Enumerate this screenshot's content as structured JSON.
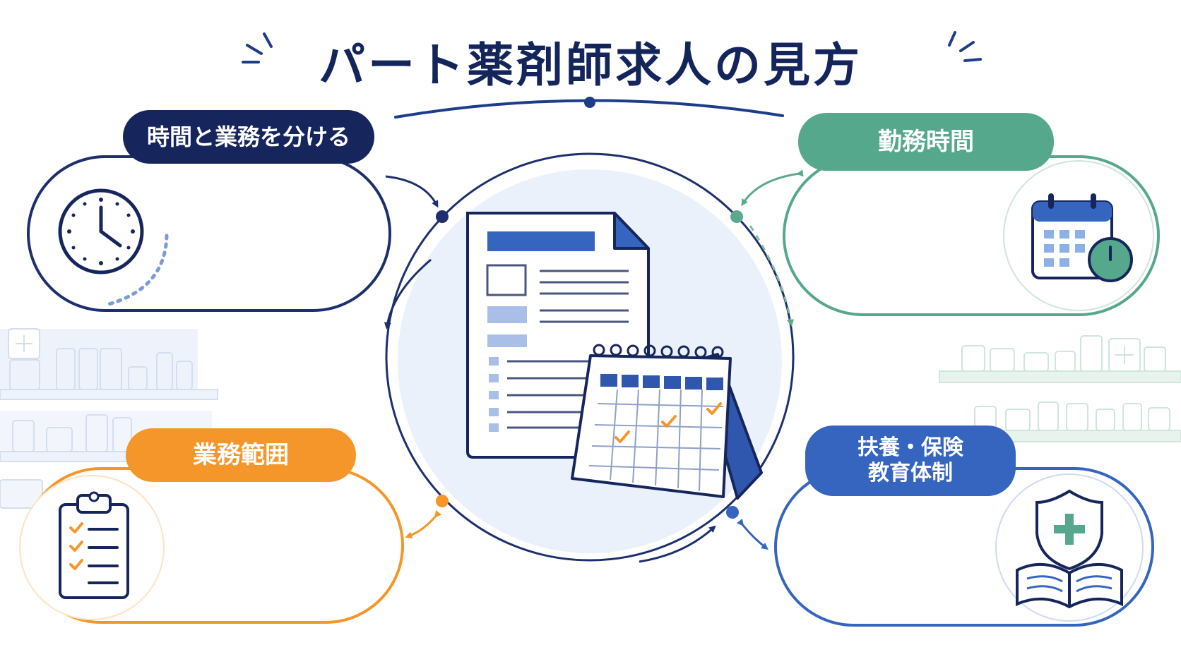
{
  "title": "パート薬剤師求人の見方",
  "cards": {
    "time_and_duties": {
      "label": "時間と業務を分ける",
      "color": "#16265d",
      "icon": "clock-icon"
    },
    "working_hours": {
      "label": "勤務時間",
      "color": "#56a88c",
      "icon": "calendar-clock-icon"
    },
    "job_scope": {
      "label": "業務範囲",
      "color": "#f4962a",
      "icon": "clipboard-checklist-icon"
    },
    "benefits_training": {
      "label_line1": "扶養・保険",
      "label_line2": "教育体制",
      "color": "#3565bf",
      "icon": "shield-book-icon"
    }
  },
  "center": {
    "icon": "document-calendar-icon"
  }
}
